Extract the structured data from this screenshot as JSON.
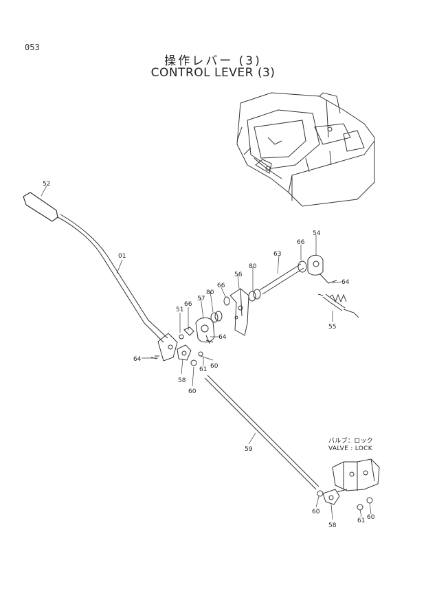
{
  "page_number": "053",
  "title_jp": "操作レバー (3)",
  "title_en": "CONTROL LEVER (3)",
  "inset_label_jp": "バルブ：ロック",
  "inset_label_en": "VALVE : LOCK",
  "callouts": [
    {
      "id": "c52",
      "text": "52"
    },
    {
      "id": "c01",
      "text": "01"
    },
    {
      "id": "c64a",
      "text": "64"
    },
    {
      "id": "c51",
      "text": "51"
    },
    {
      "id": "c66a",
      "text": "66"
    },
    {
      "id": "c57",
      "text": "57"
    },
    {
      "id": "c80a",
      "text": "80"
    },
    {
      "id": "c66b",
      "text": "66"
    },
    {
      "id": "c56",
      "text": "56"
    },
    {
      "id": "c80b",
      "text": "80"
    },
    {
      "id": "c63",
      "text": "63"
    },
    {
      "id": "c66c",
      "text": "66"
    },
    {
      "id": "c54",
      "text": "54"
    },
    {
      "id": "c64b",
      "text": "64"
    },
    {
      "id": "c55",
      "text": "55"
    },
    {
      "id": "c64c",
      "text": "64"
    },
    {
      "id": "c58a",
      "text": "58"
    },
    {
      "id": "c61a",
      "text": "61"
    },
    {
      "id": "c60a",
      "text": "60"
    },
    {
      "id": "c60b",
      "text": "60"
    },
    {
      "id": "c59",
      "text": "59"
    },
    {
      "id": "c60c",
      "text": "60"
    },
    {
      "id": "c58b",
      "text": "58"
    },
    {
      "id": "c61b",
      "text": "61"
    },
    {
      "id": "c60d",
      "text": "60"
    }
  ]
}
